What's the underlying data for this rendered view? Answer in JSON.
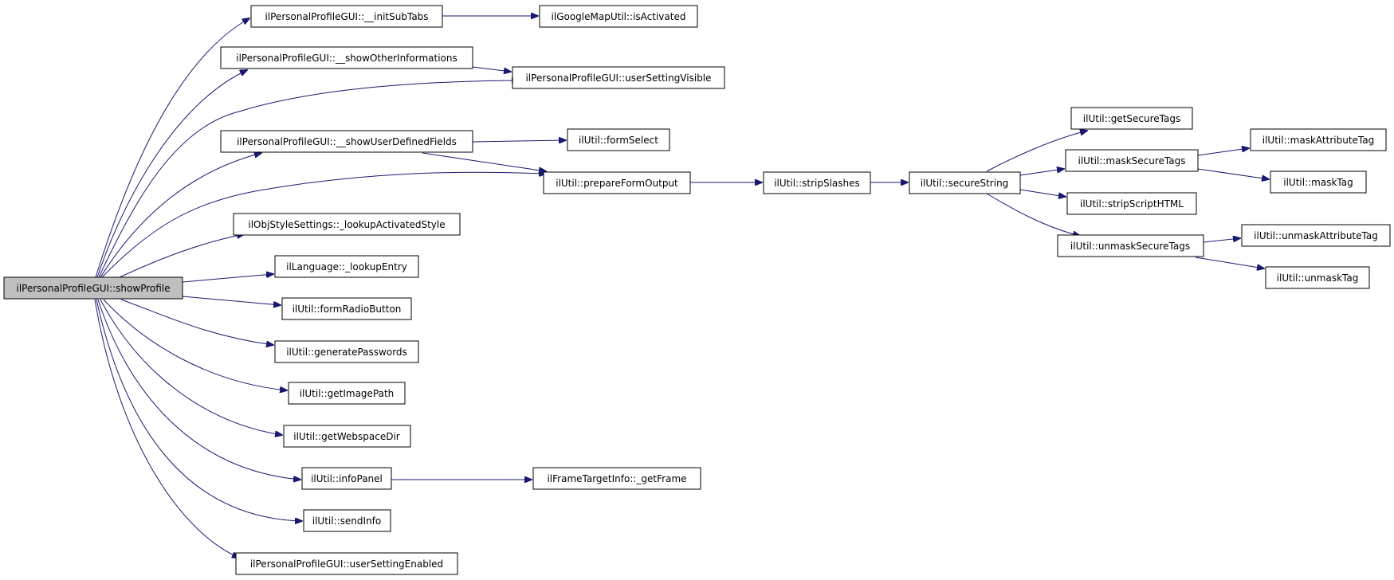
{
  "colors": {
    "edge": "#191970",
    "root_fill": "#bfbfbf",
    "node_fill": "#ffffff",
    "node_border": "#000000"
  },
  "nodes": {
    "showProfile": "ilPersonalProfileGUI::showProfile",
    "initSubTabs": "ilPersonalProfileGUI::__initSubTabs",
    "isActivated": "ilGoogleMapUtil::isActivated",
    "showOtherInformations": "ilPersonalProfileGUI::__showOtherInformations",
    "userSettingVisible": "ilPersonalProfileGUI::userSettingVisible",
    "showUserDefinedFields": "ilPersonalProfileGUI::__showUserDefinedFields",
    "formSelect": "ilUtil::formSelect",
    "prepareFormOutput": "ilUtil::prepareFormOutput",
    "stripSlashes": "ilUtil::stripSlashes",
    "secureString": "ilUtil::secureString",
    "getSecureTags": "ilUtil::getSecureTags",
    "maskSecureTags": "ilUtil::maskSecureTags",
    "maskAttributeTag": "ilUtil::maskAttributeTag",
    "maskTag": "ilUtil::maskTag",
    "stripScriptHTML": "ilUtil::stripScriptHTML",
    "unmaskSecureTags": "ilUtil::unmaskSecureTags",
    "unmaskAttributeTag": "ilUtil::unmaskAttributeTag",
    "unmaskTag": "ilUtil::unmaskTag",
    "lookupActivatedStyle": "ilObjStyleSettings::_lookupActivatedStyle",
    "lookupEntry": "ilLanguage::_lookupEntry",
    "formRadioButton": "ilUtil::formRadioButton",
    "generatePasswords": "ilUtil::generatePasswords",
    "getImagePath": "ilUtil::getImagePath",
    "getWebspaceDir": "ilUtil::getWebspaceDir",
    "infoPanel": "ilUtil::infoPanel",
    "getFrame": "ilFrameTargetInfo::_getFrame",
    "sendInfo": "ilUtil::sendInfo",
    "userSettingEnabled": "ilPersonalProfileGUI::userSettingEnabled"
  }
}
